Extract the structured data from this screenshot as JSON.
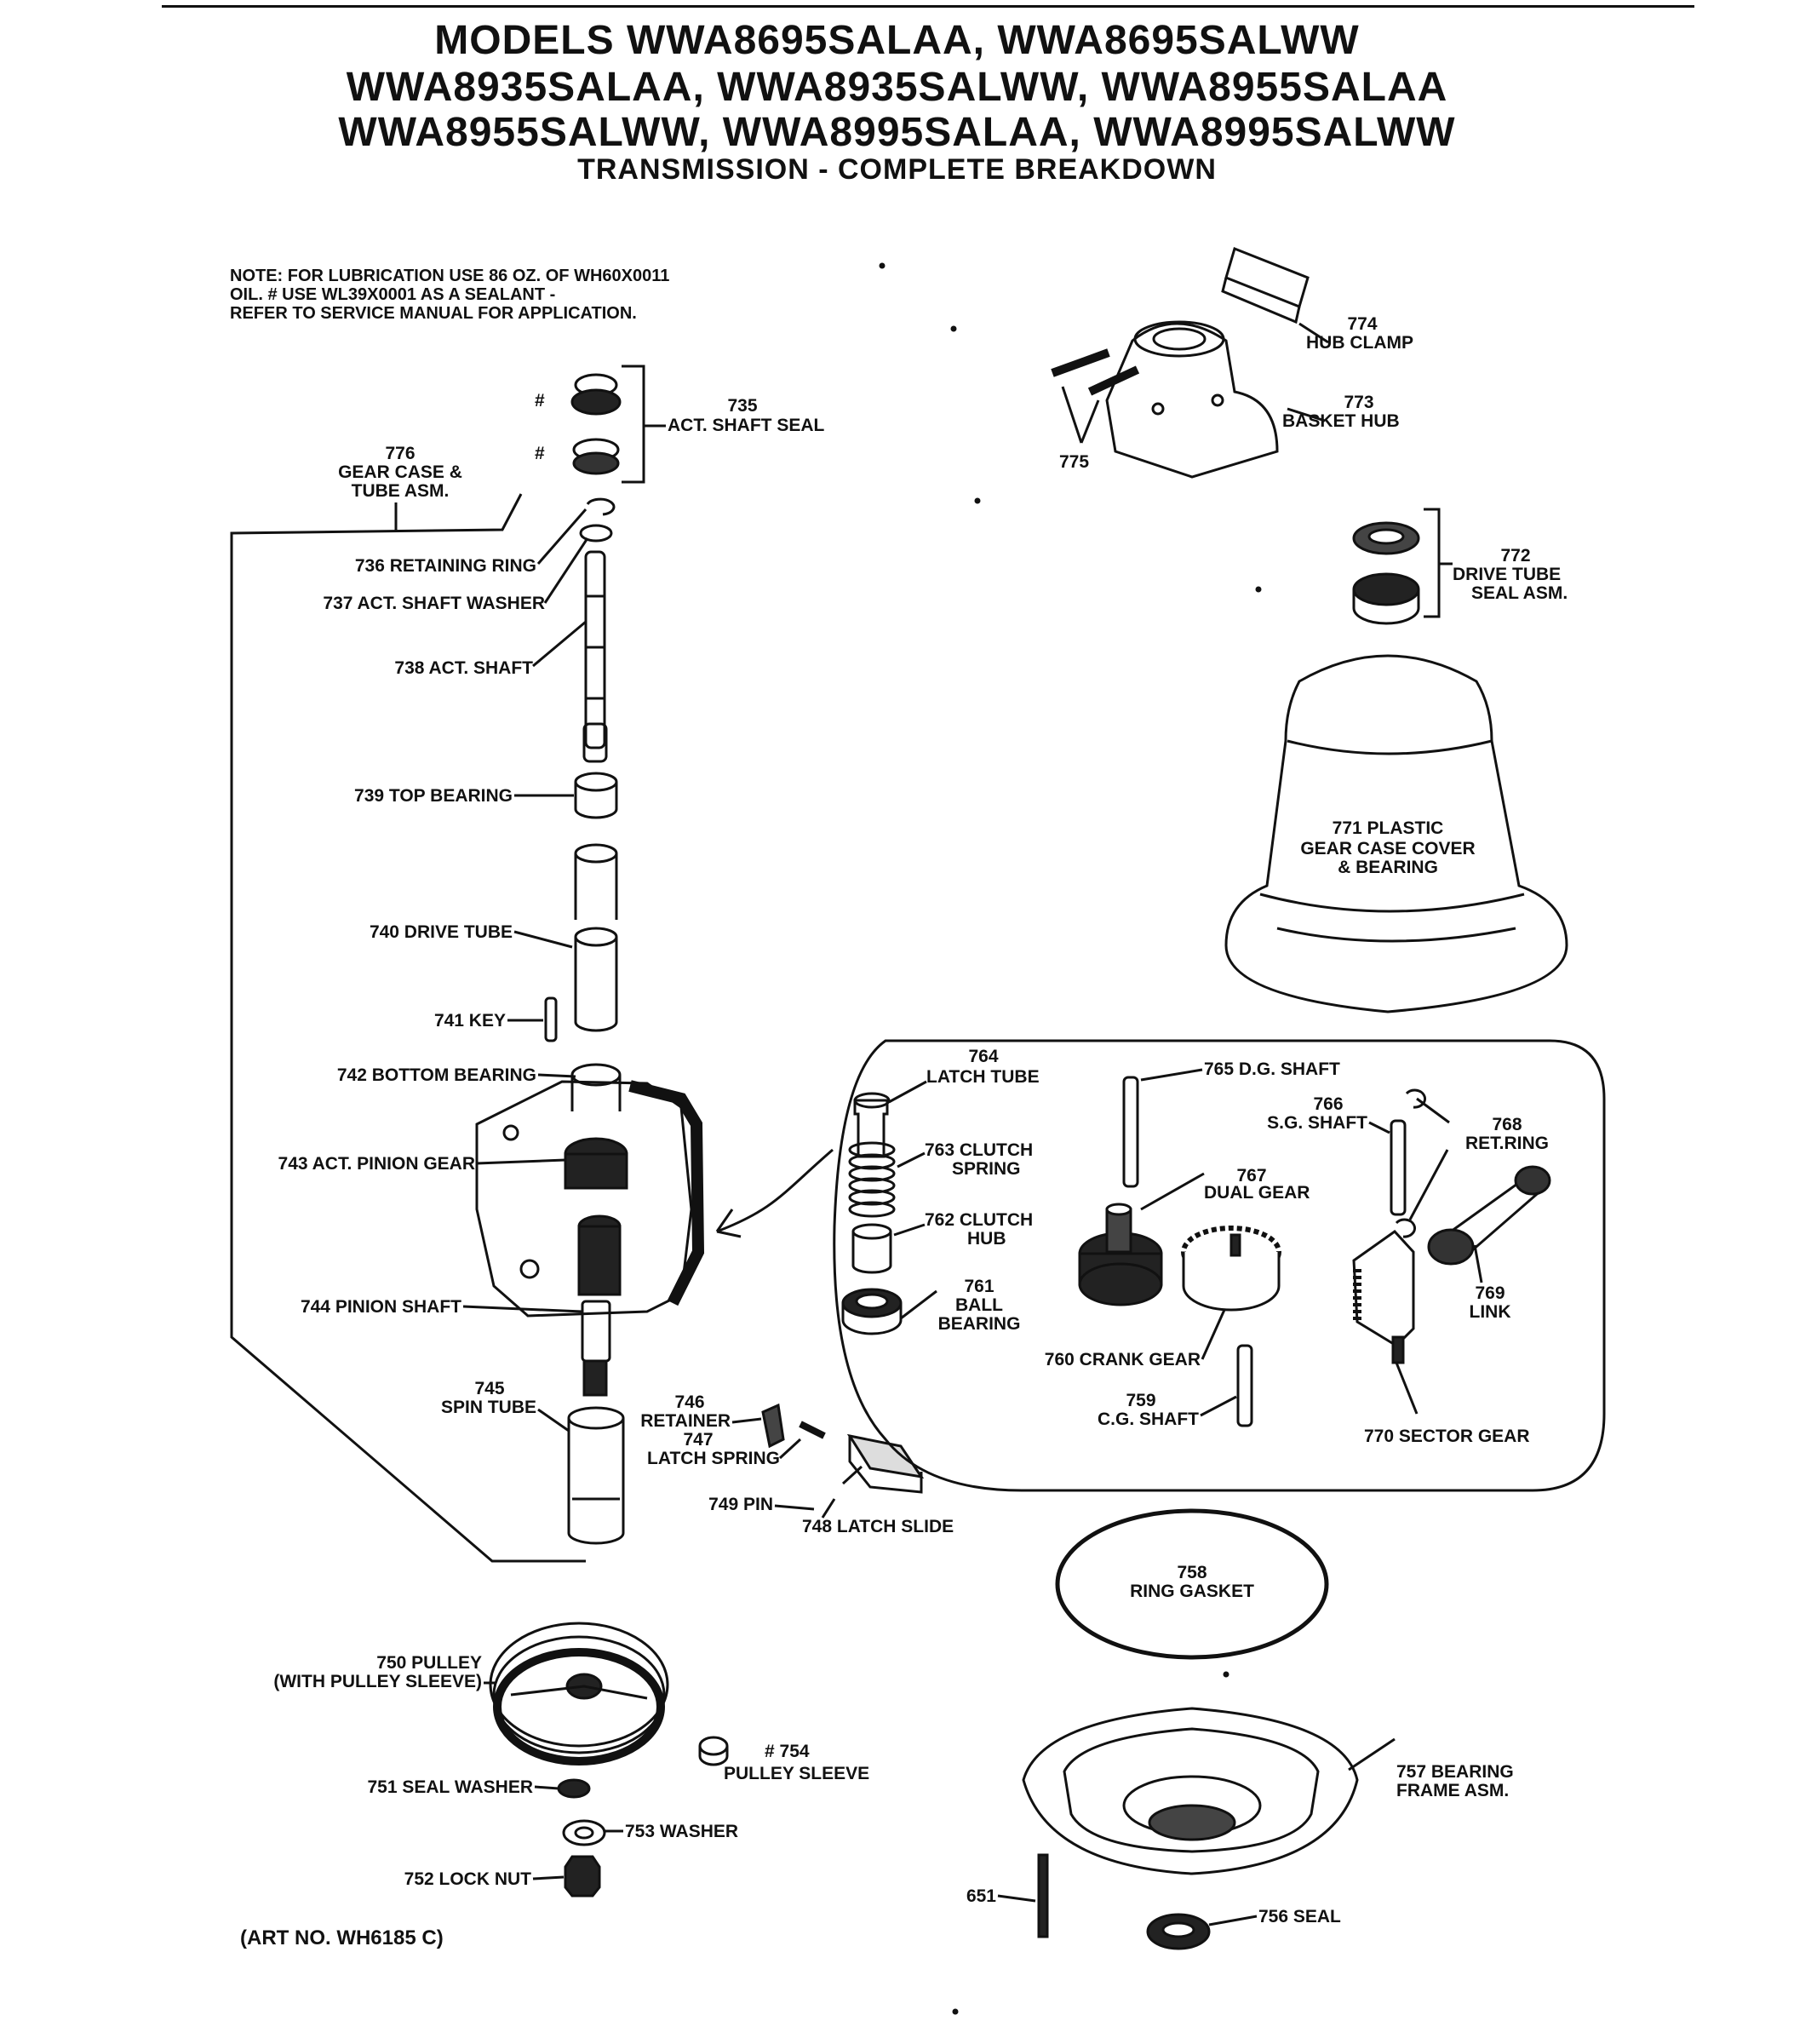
{
  "header": {
    "title_line1": "MODELS WWA8695SALAA, WWA8695SALWW",
    "title_line2": "WWA8935SALAA, WWA8935SALWW, WWA8955SALAA",
    "title_line3": "WWA8955SALWW, WWA8995SALAA, WWA8995SALWW",
    "subtitle": "TRANSMISSION - COMPLETE BREAKDOWN"
  },
  "note": {
    "line1": "NOTE: FOR LUBRICATION USE 86 OZ. OF WH60X0011",
    "line2": "OIL. # USE WL39X0001 AS A SEALANT -",
    "line3": "REFER TO SERVICE MANUAL FOR APPLICATION."
  },
  "parts": {
    "p735": {
      "num": "735",
      "name": "ACT. SHAFT SEAL"
    },
    "p776": {
      "num": "776",
      "line1": "GEAR CASE &",
      "line2": "TUBE ASM."
    },
    "hash1": "#",
    "hash2": "#",
    "p736": "736 RETAINING RING",
    "p737": "737  ACT. SHAFT WASHER",
    "p738": "738 ACT. SHAFT",
    "p739": "739 TOP BEARING",
    "p740": "740 DRIVE TUBE",
    "p741": "741 KEY",
    "p742": "742 BOTTOM BEARING",
    "p743": "743 ACT. PINION GEAR",
    "p744": "744 PINION SHAFT",
    "p745": {
      "num": "745",
      "name": "SPIN TUBE"
    },
    "p746": {
      "num": "746",
      "name": "RETAINER"
    },
    "p747": {
      "num": "747",
      "name": "LATCH SPRING"
    },
    "p748": "748 LATCH SLIDE",
    "p749": "749 PIN",
    "p750": {
      "line1": "750 PULLEY",
      "line2": "(WITH PULLEY SLEEVE)"
    },
    "p751": "751 SEAL WASHER",
    "p752": "752 LOCK NUT",
    "p753": "753 WASHER",
    "p754": {
      "num": "# 754",
      "name": "PULLEY SLEEVE"
    },
    "p756": "756 SEAL",
    "p757": {
      "line1": "757 BEARING",
      "line2": "FRAME ASM."
    },
    "p651": "651",
    "p758": {
      "num": "758",
      "name": "RING GASKET"
    },
    "p759": {
      "num": "759",
      "name": "C.G. SHAFT"
    },
    "p760": "760 CRANK GEAR",
    "p761": {
      "num": "761",
      "line1": "BALL",
      "line2": "BEARING"
    },
    "p762": {
      "line1": "762 CLUTCH",
      "line2": "HUB"
    },
    "p763": {
      "line1": "763 CLUTCH",
      "line2": "SPRING"
    },
    "p764": {
      "num": "764",
      "name": "LATCH TUBE"
    },
    "p765": "765 D.G. SHAFT",
    "p766": {
      "num": "766",
      "name": "S.G. SHAFT"
    },
    "p767": {
      "num": "767",
      "name": "DUAL GEAR"
    },
    "p768": {
      "num": "768",
      "name": "RET.RING"
    },
    "p769": {
      "num": "769",
      "name": "LINK"
    },
    "p770": "770 SECTOR GEAR",
    "p771": {
      "line1": "771 PLASTIC",
      "line2": "GEAR CASE COVER",
      "line3": "& BEARING"
    },
    "p772": {
      "num": "772",
      "line1": "DRIVE TUBE",
      "line2": "SEAL ASM."
    },
    "p773": {
      "num": "773",
      "name": "BASKET HUB"
    },
    "p774": {
      "num": "774",
      "name": "HUB CLAMP"
    },
    "p775": "775"
  },
  "footer": {
    "art_no": "(ART NO. WH6185 C)"
  }
}
